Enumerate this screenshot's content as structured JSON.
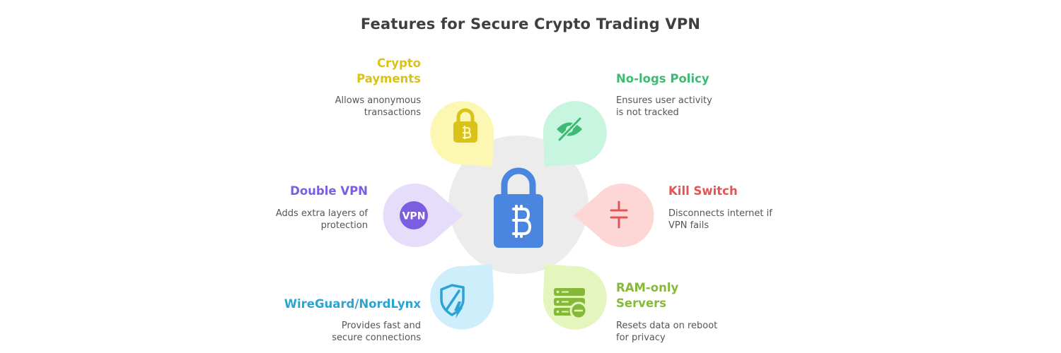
{
  "title": "Features for Secure Crypto Trading VPN",
  "center": {
    "icon": "bitcoin-padlock-icon",
    "color": "#4a86e0"
  },
  "features": [
    {
      "id": "crypto-payments",
      "title_lines": [
        "Crypto",
        "Payments"
      ],
      "desc_lines": [
        "Allows anonymous",
        "transactions"
      ],
      "icon": "bitcoin-lock-icon",
      "color": "#d9c21a",
      "bg": "#fdf7b4"
    },
    {
      "id": "no-logs",
      "title_lines": [
        "No-logs Policy"
      ],
      "desc_lines": [
        "Ensures user activity",
        "is not tracked"
      ],
      "icon": "eye-off-icon",
      "color": "#3dbb74",
      "bg": "#c8f5df"
    },
    {
      "id": "double-vpn",
      "title_lines": [
        "Double VPN"
      ],
      "desc_lines": [
        "Adds extra layers of",
        "protection"
      ],
      "icon": "vpn-badge-icon",
      "icon_text": "VPN",
      "color": "#7b5ee0",
      "bg": "#e6ddfb"
    },
    {
      "id": "kill-switch",
      "title_lines": [
        "Kill Switch"
      ],
      "desc_lines": [
        "Disconnects internet if",
        "VPN fails"
      ],
      "icon": "kill-switch-icon",
      "color": "#e25555",
      "bg": "#fdd6d6"
    },
    {
      "id": "wireguard",
      "title_lines": [
        "WireGuard/NordLynx"
      ],
      "desc_lines": [
        "Provides fast and",
        "secure connections"
      ],
      "icon": "shield-lightning-icon",
      "color": "#2aa3d6",
      "bg": "#cdeefa"
    },
    {
      "id": "ram-only",
      "title_lines": [
        "RAM-only",
        "Servers"
      ],
      "desc_lines": [
        "Resets data on reboot",
        "for privacy"
      ],
      "icon": "server-minus-icon",
      "color": "#86b83a",
      "bg": "#e4f6bd"
    }
  ]
}
